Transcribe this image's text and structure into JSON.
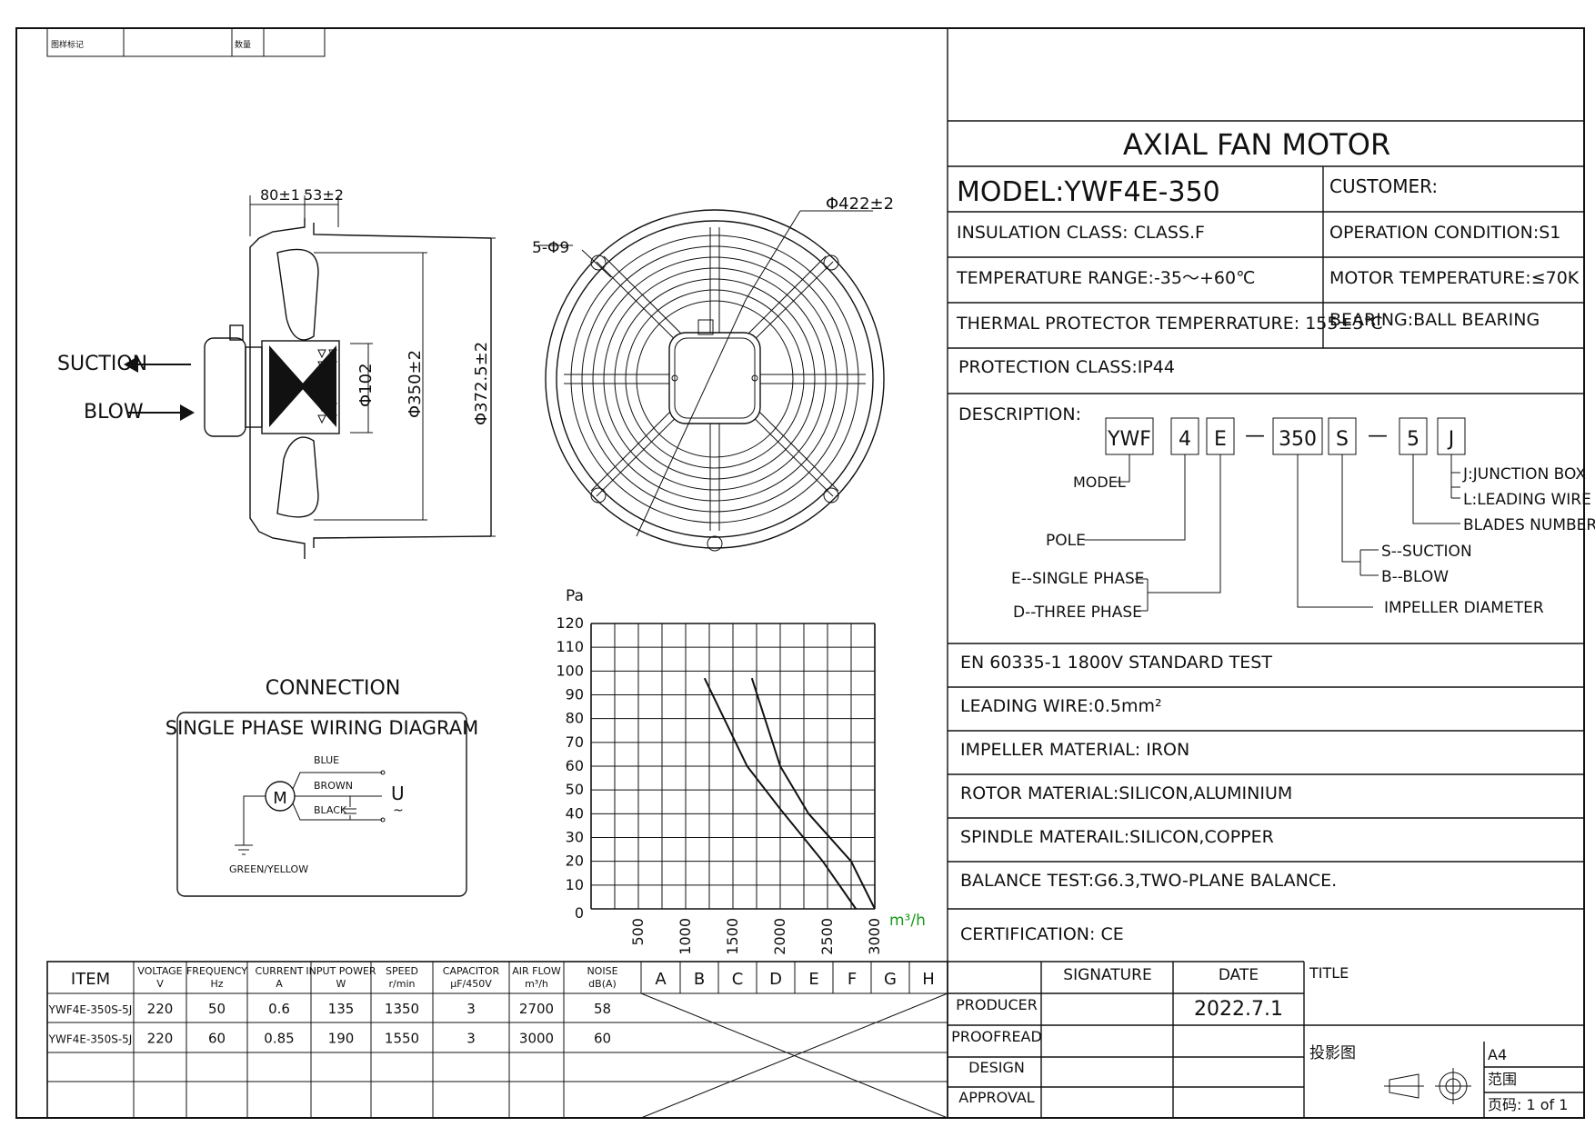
{
  "header_left": {
    "label_a": "图样标记",
    "label_b": "数量"
  },
  "title": "AXIAL FAN MOTOR",
  "info": {
    "model": "MODEL:YWF4E-350",
    "customer": "CUSTOMER:",
    "insulation": "INSULATION CLASS: CLASS.F",
    "operation": "OPERATION CONDITION:S1",
    "temperature_range": "TEMPERATURE RANGE:-35～+60℃",
    "motor_temperature": "MOTOR TEMPERATURE:≤70K",
    "thermal_protector": "THERMAL PROTECTOR TEMPERRATURE: 155±5℃",
    "bearing": "BEARING:BALL BEARING",
    "protection": "PROTECTION CLASS:IP44",
    "description_label": "DESCRIPTION:"
  },
  "description": {
    "codes": [
      "YWF",
      "4",
      "E",
      "—",
      "350",
      "S",
      "—",
      "5",
      "J"
    ],
    "model": "MODEL",
    "pole": "POLE",
    "e_single": "E--SINGLE PHASE",
    "d_three": "D--THREE PHASE",
    "impeller": "IMPELLER DIAMETER",
    "s_suction": "S--SUCTION",
    "b_blow": "B--BLOW",
    "blades": "BLADES NUMBER",
    "j_box": "J:JUNCTION BOX",
    "l_wire": "L:LEADING WIRE"
  },
  "specs": [
    "EN 60335-1 1800V STANDARD TEST",
    "LEADING WIRE:0.5mm²",
    "IMPELLER MATERIAL: IRON",
    "ROTOR MATERIAL:SILICON,ALUMINIUM",
    "SPINDLE MATERAIL:SILICON,COPPER",
    "BALANCE TEST:G6.3,TWO-PLANE BALANCE.",
    "CERTIFICATION: CE"
  ],
  "side_view": {
    "suction": "SUCTION",
    "blow": "BLOW",
    "dim_80": "80±1",
    "dim_53": "53±2",
    "dim_102": "Φ102",
    "dim_350": "Φ350±2",
    "dim_372": "Φ372.5±2"
  },
  "front_view": {
    "holes": "5-Φ9",
    "dim_422": "Φ422±2"
  },
  "connection": {
    "heading": "CONNECTION",
    "title": "SINGLE PHASE WIRING DIAGRAM",
    "blue": "BLUE",
    "brown": "BROWN",
    "black": "BLACK",
    "ground": "GREEN/YELLOW",
    "motor": "M",
    "supply": "U",
    "supply_sym": "~"
  },
  "chart_data": {
    "type": "line",
    "ylabel": "Pa",
    "xlabel": "m³/h",
    "xlim": [
      0,
      3000
    ],
    "ylim": [
      0,
      120
    ],
    "x_ticks": [
      "500",
      "1000",
      "1500",
      "2000",
      "2500",
      "3000"
    ],
    "y_ticks": [
      "0",
      "10",
      "20",
      "30",
      "40",
      "50",
      "60",
      "70",
      "80",
      "90",
      "100",
      "110",
      "120"
    ],
    "grid": true,
    "series": [
      {
        "points": [
          [
            1200,
            97
          ],
          [
            1650,
            60
          ],
          [
            2000,
            42
          ],
          [
            2450,
            20
          ],
          [
            2800,
            0
          ]
        ]
      },
      {
        "points": [
          [
            1700,
            97
          ],
          [
            2000,
            60
          ],
          [
            2300,
            40
          ],
          [
            2750,
            20
          ],
          [
            3000,
            0
          ]
        ]
      }
    ]
  },
  "table": {
    "headers": [
      {
        "l1": "ITEM",
        "l2": ""
      },
      {
        "l1": "VOLTAGE",
        "l2": "V"
      },
      {
        "l1": "FREQUENCY",
        "l2": "Hz"
      },
      {
        "l1": "CURRENT",
        "l2": "A"
      },
      {
        "l1": "INPUT POWER",
        "l2": "W"
      },
      {
        "l1": "SPEED",
        "l2": "r/min"
      },
      {
        "l1": "CAPACITOR",
        "l2": "μF/450V"
      },
      {
        "l1": "AIR FLOW",
        "l2": "m³/h"
      },
      {
        "l1": "NOISE",
        "l2": "dB(A)"
      },
      {
        "l1": "A",
        "l2": ""
      },
      {
        "l1": "B",
        "l2": ""
      },
      {
        "l1": "C",
        "l2": ""
      },
      {
        "l1": "D",
        "l2": ""
      },
      {
        "l1": "E",
        "l2": ""
      },
      {
        "l1": "F",
        "l2": ""
      },
      {
        "l1": "G",
        "l2": ""
      },
      {
        "l1": "H",
        "l2": ""
      }
    ],
    "rows": [
      [
        "YWF4E-350S-5J",
        "220",
        "50",
        "0.6",
        "135",
        "1350",
        "3",
        "2700",
        "58"
      ],
      [
        "YWF4E-350S-5J",
        "220",
        "60",
        "0.85",
        "190",
        "1550",
        "3",
        "3000",
        "60"
      ]
    ]
  },
  "signoff": {
    "signature": "SIGNATURE",
    "date": "DATE",
    "roles": [
      "PRODUCER",
      "PROOFREAD",
      "DESIGN",
      "APPROVAL"
    ],
    "producer_date": "2022.7.1"
  },
  "titleblock": {
    "title": "TITLE",
    "projection": "投影图",
    "size": "A4",
    "scope": "范围",
    "page": "页码: 1 of 1"
  }
}
